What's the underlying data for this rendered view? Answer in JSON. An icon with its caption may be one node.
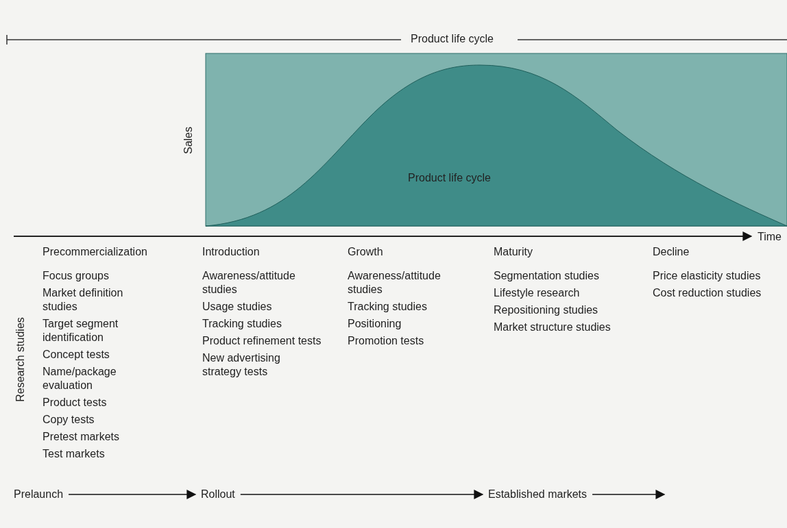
{
  "diagram": {
    "nodes": [
      {
        "text": [
          "Prelaunch"
        ]
      },
      {
        "text": [
          "Rollout"
        ]
      },
      {
        "text": [
          "Established markets"
        ]
      }
    ],
    "edges": [
      {
        "from": 0,
        "to": 1,
        "arrow": "to"
      },
      {
        "from": 1,
        "to": 2,
        "arrow": "to"
      },
      {
        "from": 2,
        "to": null,
        "arrow": "to"
      }
    ],
    "labels": [
      "Product life cycle",
      "Sales",
      "Product life cycle",
      "Time",
      "Research studies",
      "Precommercialization",
      "Focus groups",
      "Market definition studies",
      "Target segment identification",
      "Concept tests",
      "Name/package evaluation",
      "Product tests",
      "Copy tests",
      "Pretest markets",
      "Test markets",
      "Introduction",
      "Awareness/attitude studies",
      "Usage studies",
      "Tracking studies",
      "Product refinement tests",
      "New advertising strategy tests",
      "Growth",
      "Awareness/attitude studies",
      "Tracking studies",
      "Positioning",
      "Promotion tests",
      "Maturity",
      "Segmentation studies",
      "Lifestyle research",
      "Repositioning studies",
      "Market structure studies",
      "Decline",
      "Price elasticity studies",
      "Cost reduction studies"
    ]
  }
}
